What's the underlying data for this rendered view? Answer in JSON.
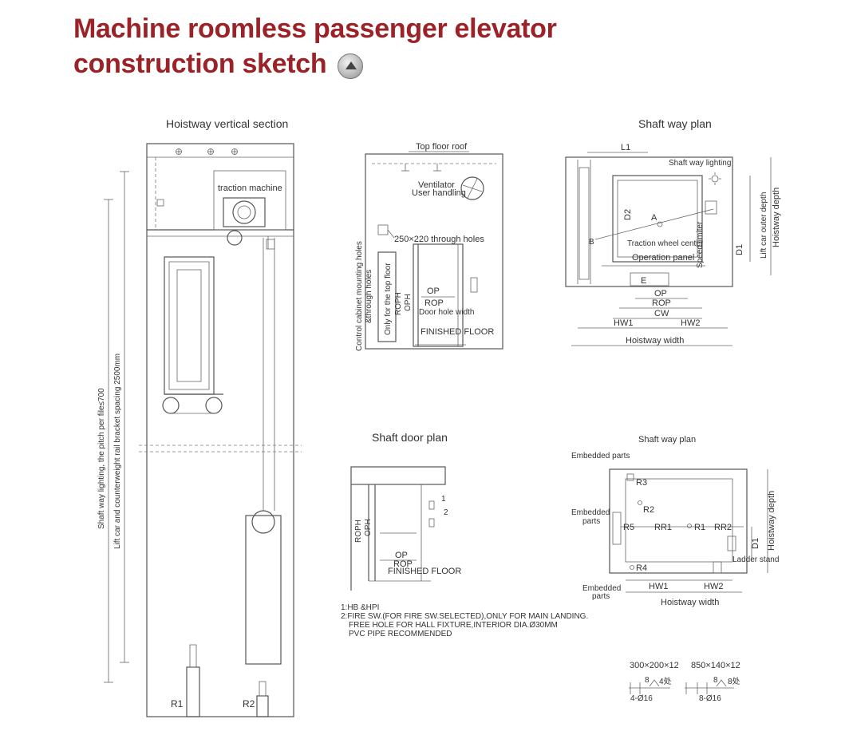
{
  "title": {
    "line1": "Machine roomless passenger elevator",
    "line2": "construction sketch"
  },
  "scroll_up_icon": "up-arrow-circle-icon",
  "colors": {
    "title": "#9b2226",
    "line": "#555555"
  },
  "vertical_section": {
    "heading": "Hoistway vertical section",
    "traction_machine": "traction machine",
    "side_label_1": "Shaft way lighting, the pitch per file≤700",
    "side_label_2": "Lift car and counterweight rail bracket spacing 2500mm",
    "r1": "R1",
    "r2": "R2"
  },
  "top_floor": {
    "roof": "Top floor roof",
    "ventilator": "Ventilator",
    "user_handling": "User handling",
    "through_holes": "250×220 through holes",
    "control_cabinet": "Control cabinet mounting holes",
    "through_holes_2": "&through holes",
    "only_top_floor": "Only for the top floor",
    "roph": "ROPH",
    "oph": "OPH",
    "op": "OP",
    "rop": "ROP",
    "door_hole_width": "Door hole width",
    "finished_floor": "FINISHED FLOOR"
  },
  "shaft_plan": {
    "heading": "Shaft way plan",
    "l1": "L1",
    "lighting": "Shaft way lighting",
    "d2": "D2",
    "a": "A",
    "b": "B",
    "traction_center": "Traction wheel center",
    "operation_panel": "Operation panel",
    "speed_limiter": "Speed limiter",
    "d1": "D1",
    "lift_car_outer_depth": "Lift car outer depth",
    "hoistway_depth": "Hoistway depth",
    "e": "E",
    "op": "OP",
    "rop": "ROP",
    "cw": "CW",
    "hw1": "HW1",
    "hw2": "HW2",
    "hoistway_width": "Hoistway width"
  },
  "door_plan": {
    "heading": "Shaft door plan",
    "roph": "ROPH",
    "oph": "OPH",
    "op": "OP",
    "rop": "ROP",
    "finished_floor": "FINISHED FLOOR",
    "marker_1": "1",
    "marker_2": "2"
  },
  "shaft_plan_2": {
    "heading": "Shaft way plan",
    "embedded_parts_top": "Embedded parts",
    "embedded_parts_left_1": "Embedded",
    "embedded_parts_left_2": "parts",
    "embedded_parts_bottom_1": "Embedded",
    "embedded_parts_bottom_2": "parts",
    "r3": "R3",
    "r2": "R2",
    "r5": "R5",
    "rr1": "RR1",
    "r1": "R1",
    "rr2": "RR2",
    "r4": "R4",
    "d1": "D1",
    "hoistway_depth": "Hoistway depth",
    "ladder_stand": "Ladder stand",
    "hw1": "HW1",
    "hw2": "HW2",
    "hoistway_width": "Hoistway width"
  },
  "notes": {
    "line1": "1:HB &HPI",
    "line2": "2:FIRE SW.(FOR FIRE SW.SELECTED),ONLY FOR MAIN LANDING.",
    "line3": "FREE HOLE FOR HALL FIXTURE,INTERIOR DIA.Ø30MM",
    "line4": "PVC PIPE RECOMMENDED"
  },
  "welds": {
    "spec_1": "300×200×12",
    "spec_2": "850×140×12",
    "weld_1": "8",
    "weld_1_count": "4处",
    "holes_1": "4-Ø16",
    "weld_2": "8",
    "weld_2_count": "8处",
    "holes_2": "8-Ø16"
  }
}
